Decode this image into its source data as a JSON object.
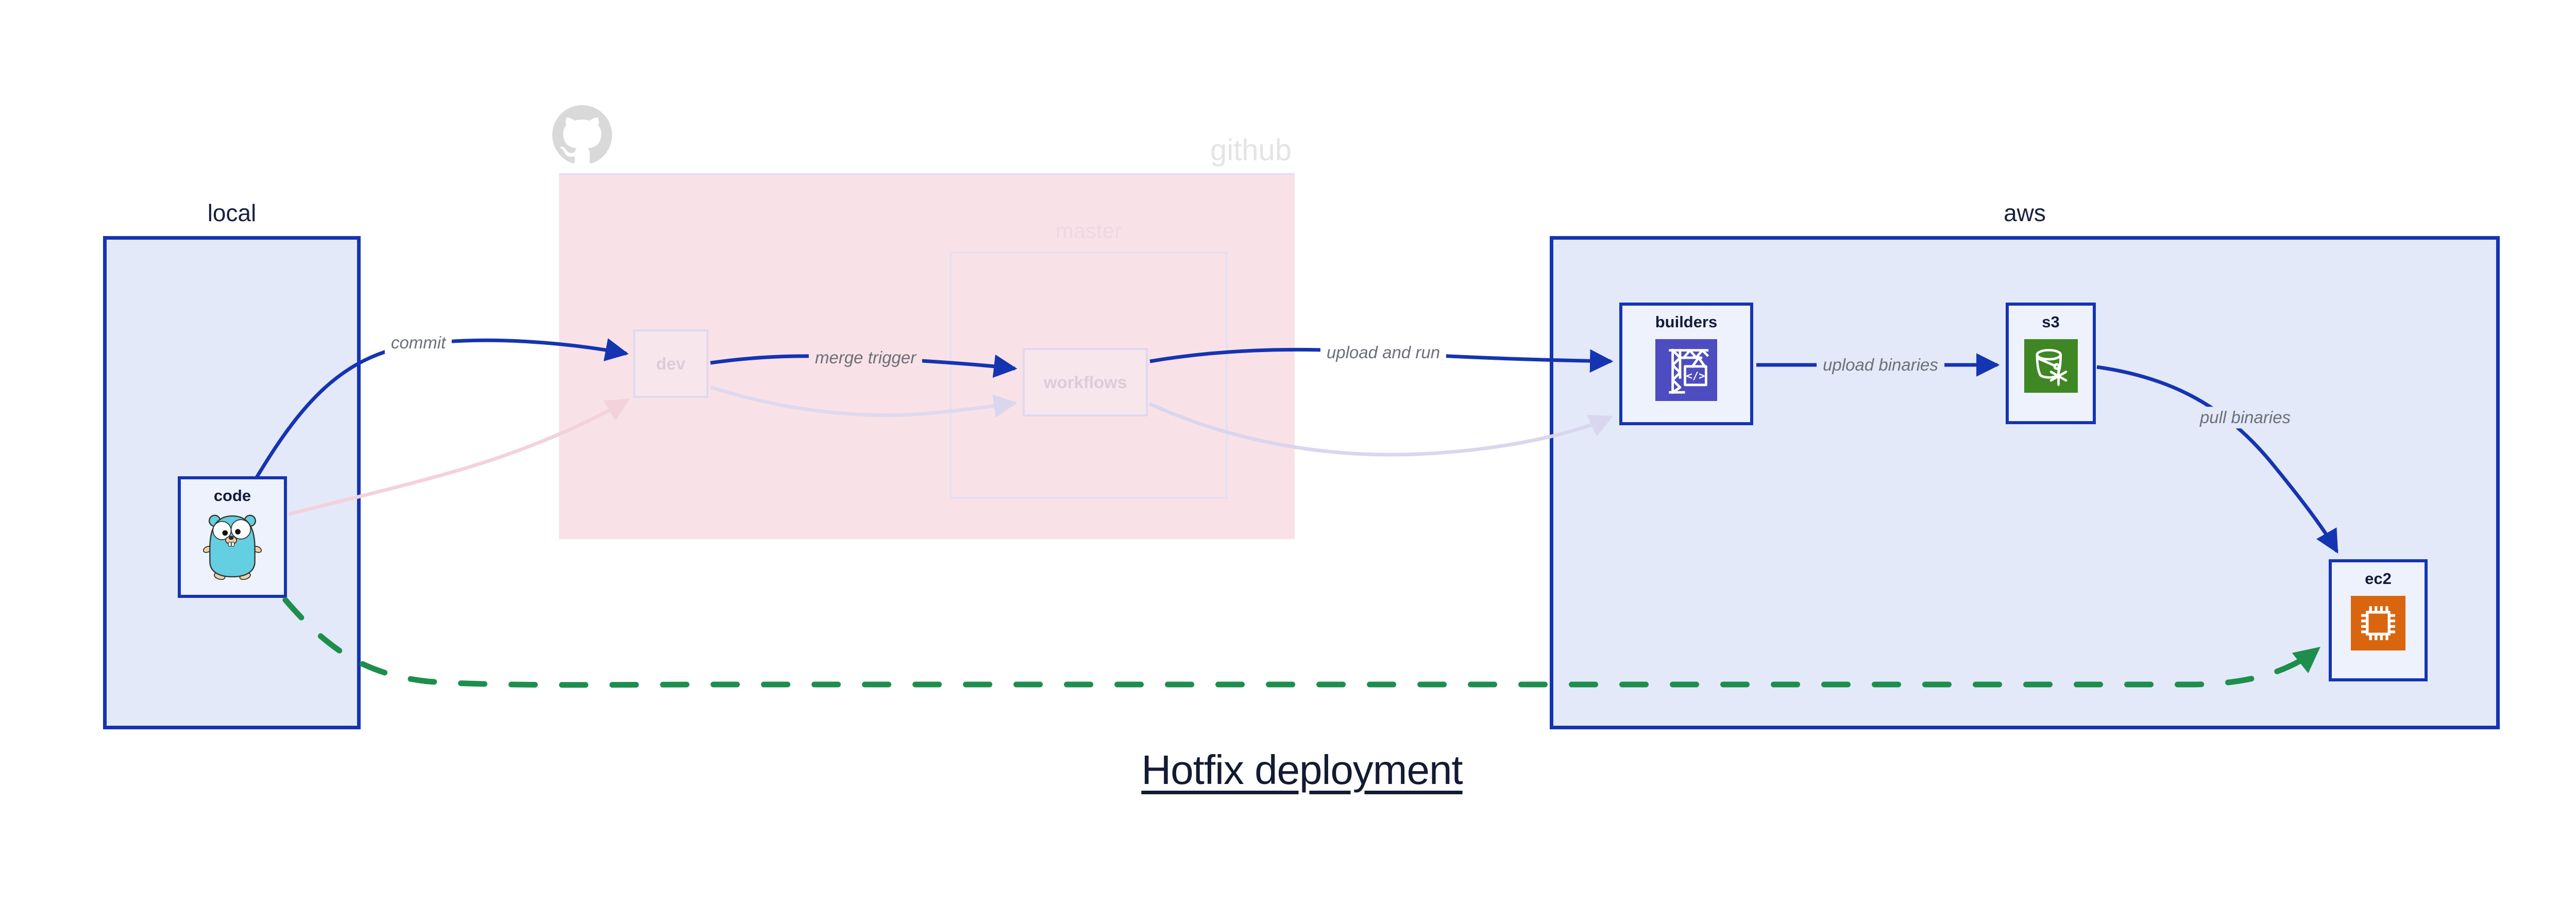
{
  "title": "Hotfix deployment",
  "groups": {
    "local": {
      "label": "local"
    },
    "github": {
      "label": "github",
      "master": "master"
    },
    "aws": {
      "label": "aws"
    }
  },
  "nodes": {
    "code": {
      "label": "code",
      "icon": "go-gopher"
    },
    "dev": {
      "label": "dev"
    },
    "workflows": {
      "label": "workflows"
    },
    "builders": {
      "label": "builders",
      "icon": "codebuild-crane",
      "icon_code_text": "</>"
    },
    "s3": {
      "label": "s3",
      "icon": "s3-glacier-bucket"
    },
    "ec2": {
      "label": "ec2",
      "icon": "ec2-chip"
    }
  },
  "edges": {
    "commit": "commit",
    "merge_trigger": "merge trigger",
    "upload_and_run": "upload and run",
    "upload_binaries": "upload binaries",
    "pull_binaries": "pull binaries"
  },
  "colors": {
    "active_line": "#1534b2",
    "hotfix_dashed_line": "#1e8e4d",
    "faded_pink_line": "#f3d2dc",
    "faded_lavender_line": "#d9d6ee",
    "group_blue_fill": "#e3e9f8",
    "github_pink_fill": "#f9e2e7",
    "node_fill": "#eef2fc",
    "codebuild_icon_bg": "#4d4cc0",
    "s3_icon_bg": "#3f8624",
    "ec2_icon_bg": "#d9660f",
    "github_logo_gray": "#d9d9d9",
    "edge_label_text": "#6b7078",
    "node_text": "#141c3c"
  }
}
